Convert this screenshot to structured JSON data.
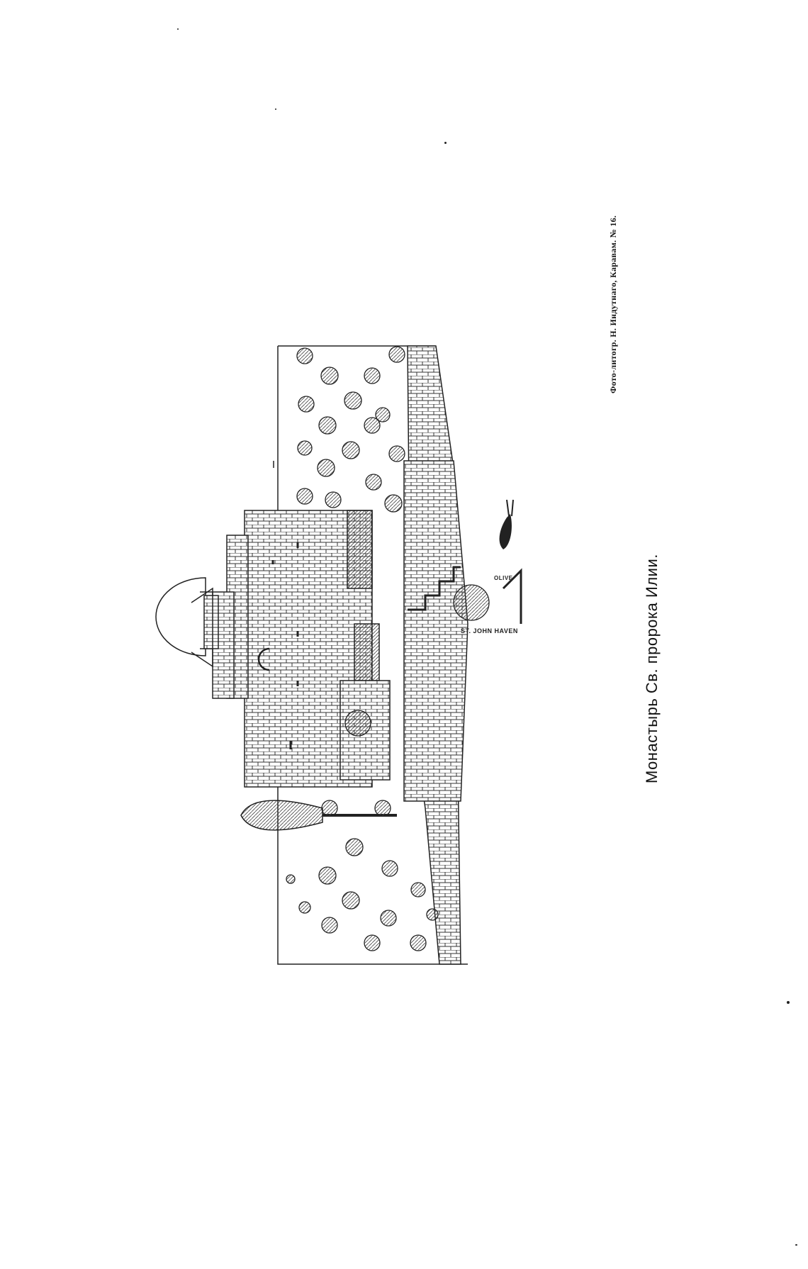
{
  "plate": {
    "credit": "Фото-литогр. Н. Индутнаго, Каравам. № 16.",
    "caption": "Монастырь Св. пророка Илии.",
    "drawing_labels": [
      "OLIVE",
      "ST. JOHN HAVEN"
    ]
  }
}
